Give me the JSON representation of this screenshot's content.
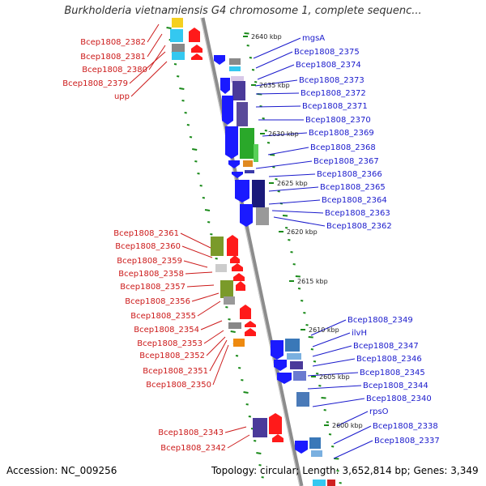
{
  "title": "Burkholderia vietnamiensis G4 chromosome 1, complete sequenc...",
  "footer": {
    "accession": "Accession: NC_009256",
    "summary": "Topology: circular; Length: 3,652,814 bp; Genes: 3,349"
  },
  "colors": {
    "forward_genes": "#1a1aff",
    "reverse_genes": "#ff1a1a",
    "chromosome_track": "#888888",
    "tick_marks": "#1a8a1a",
    "right_labels": "#1a1acc",
    "left_labels": "#cc1a1a"
  },
  "scale_labels": [
    "2640 kbp",
    "2635 kbp",
    "2630 kbp",
    "2625 kbp",
    "2620 kbp",
    "2615 kbp",
    "2610 kbp",
    "2605 kbp",
    "2600 kbp"
  ],
  "right_labels": [
    "mgsA",
    "Bcep1808_2375",
    "Bcep1808_2374",
    "Bcep1808_2373",
    "Bcep1808_2372",
    "Bcep1808_2371",
    "Bcep1808_2370",
    "Bcep1808_2369",
    "Bcep1808_2368",
    "Bcep1808_2367",
    "Bcep1808_2366",
    "Bcep1808_2365",
    "Bcep1808_2364",
    "Bcep1808_2363",
    "Bcep1808_2362",
    "Bcep1808_2349",
    "ilvH",
    "Bcep1808_2347",
    "Bcep1808_2346",
    "Bcep1808_2345",
    "Bcep1808_2344",
    "Bcep1808_2340",
    "rpsO",
    "Bcep1808_2338",
    "Bcep1808_2337"
  ],
  "left_labels": [
    "Bcep1808_2382",
    "Bcep1808_2381",
    "Bcep1808_2380",
    "Bcep1808_2379",
    "upp",
    "Bcep1808_2361",
    "Bcep1808_2360",
    "Bcep1808_2359",
    "Bcep1808_2358",
    "Bcep1808_2357",
    "Bcep1808_2356",
    "Bcep1808_2355",
    "Bcep1808_2354",
    "Bcep1808_2353",
    "Bcep1808_2352",
    "Bcep1808_2351",
    "Bcep1808_2350",
    "Bcep1808_2343",
    "Bcep1808_2342"
  ]
}
